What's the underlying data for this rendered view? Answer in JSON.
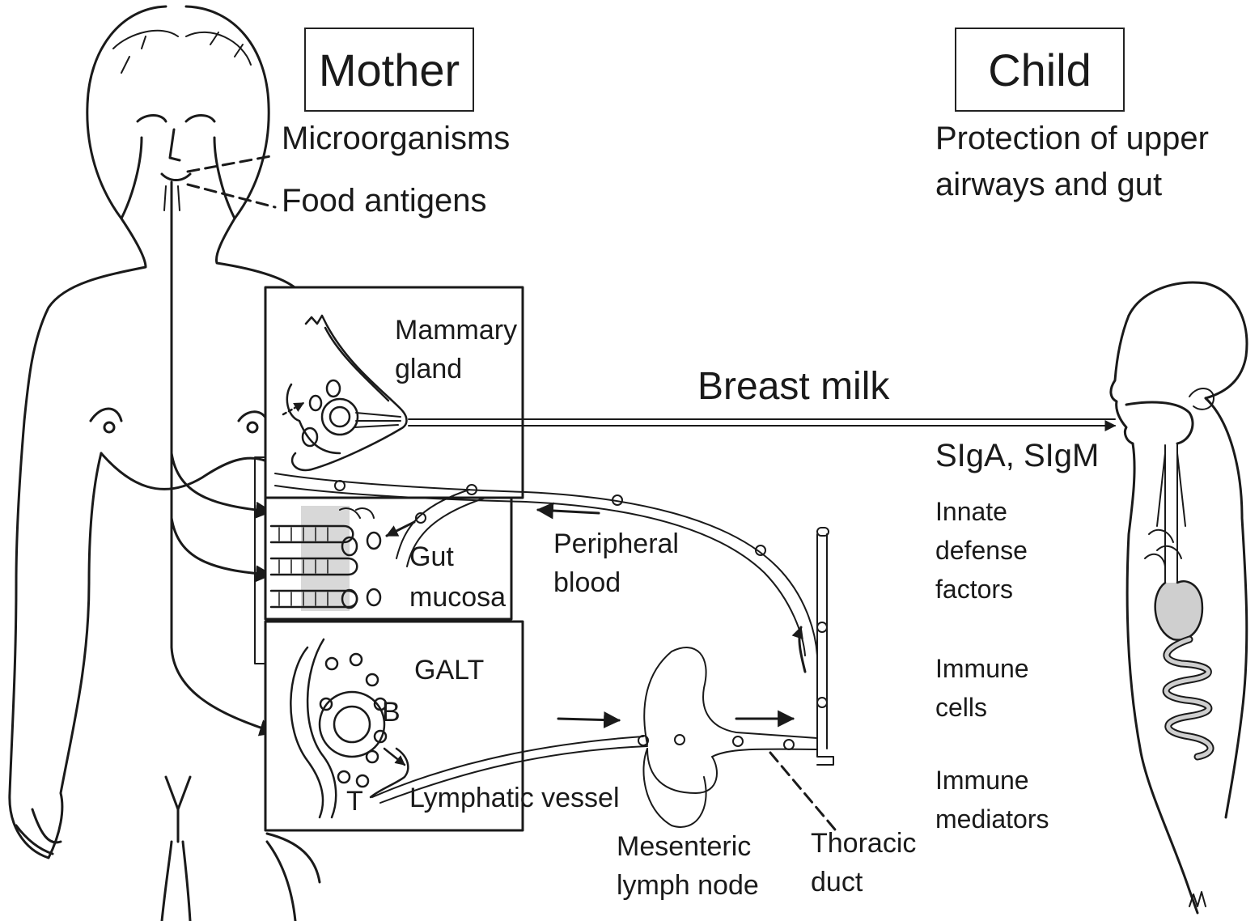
{
  "boxes": {
    "mother": "Mother",
    "child": "Child"
  },
  "mother_inputs": {
    "microorganisms": "Microorganisms",
    "food_antigens": "Food antigens"
  },
  "child_protection": {
    "line1": "Protection of upper",
    "line2": "airways and gut"
  },
  "panels": {
    "mammary": {
      "line1": "Mammary",
      "line2": "gland"
    },
    "gut": {
      "line1": "Gut",
      "line2": "mucosa"
    },
    "galt": {
      "title": "GALT",
      "b_label": "B",
      "t_label": "T"
    }
  },
  "pathway": {
    "breast_milk": "Breast milk",
    "peripheral_blood": {
      "line1": "Peripheral",
      "line2": "blood"
    },
    "lymphatic_vessel": "Lymphatic vessel",
    "mesenteric": {
      "line1": "Mesenteric",
      "line2": "lymph node"
    },
    "thoracic": {
      "line1": "Thoracic",
      "line2": "duct"
    }
  },
  "milk_components": {
    "antibodies": "SIgA, SIgM",
    "innate": {
      "line1": "Innate",
      "line2": "defense",
      "line3": "factors"
    },
    "cells": {
      "line1": "Immune",
      "line2": "cells"
    },
    "mediators": {
      "line1": "Immune",
      "line2": "mediators"
    }
  }
}
